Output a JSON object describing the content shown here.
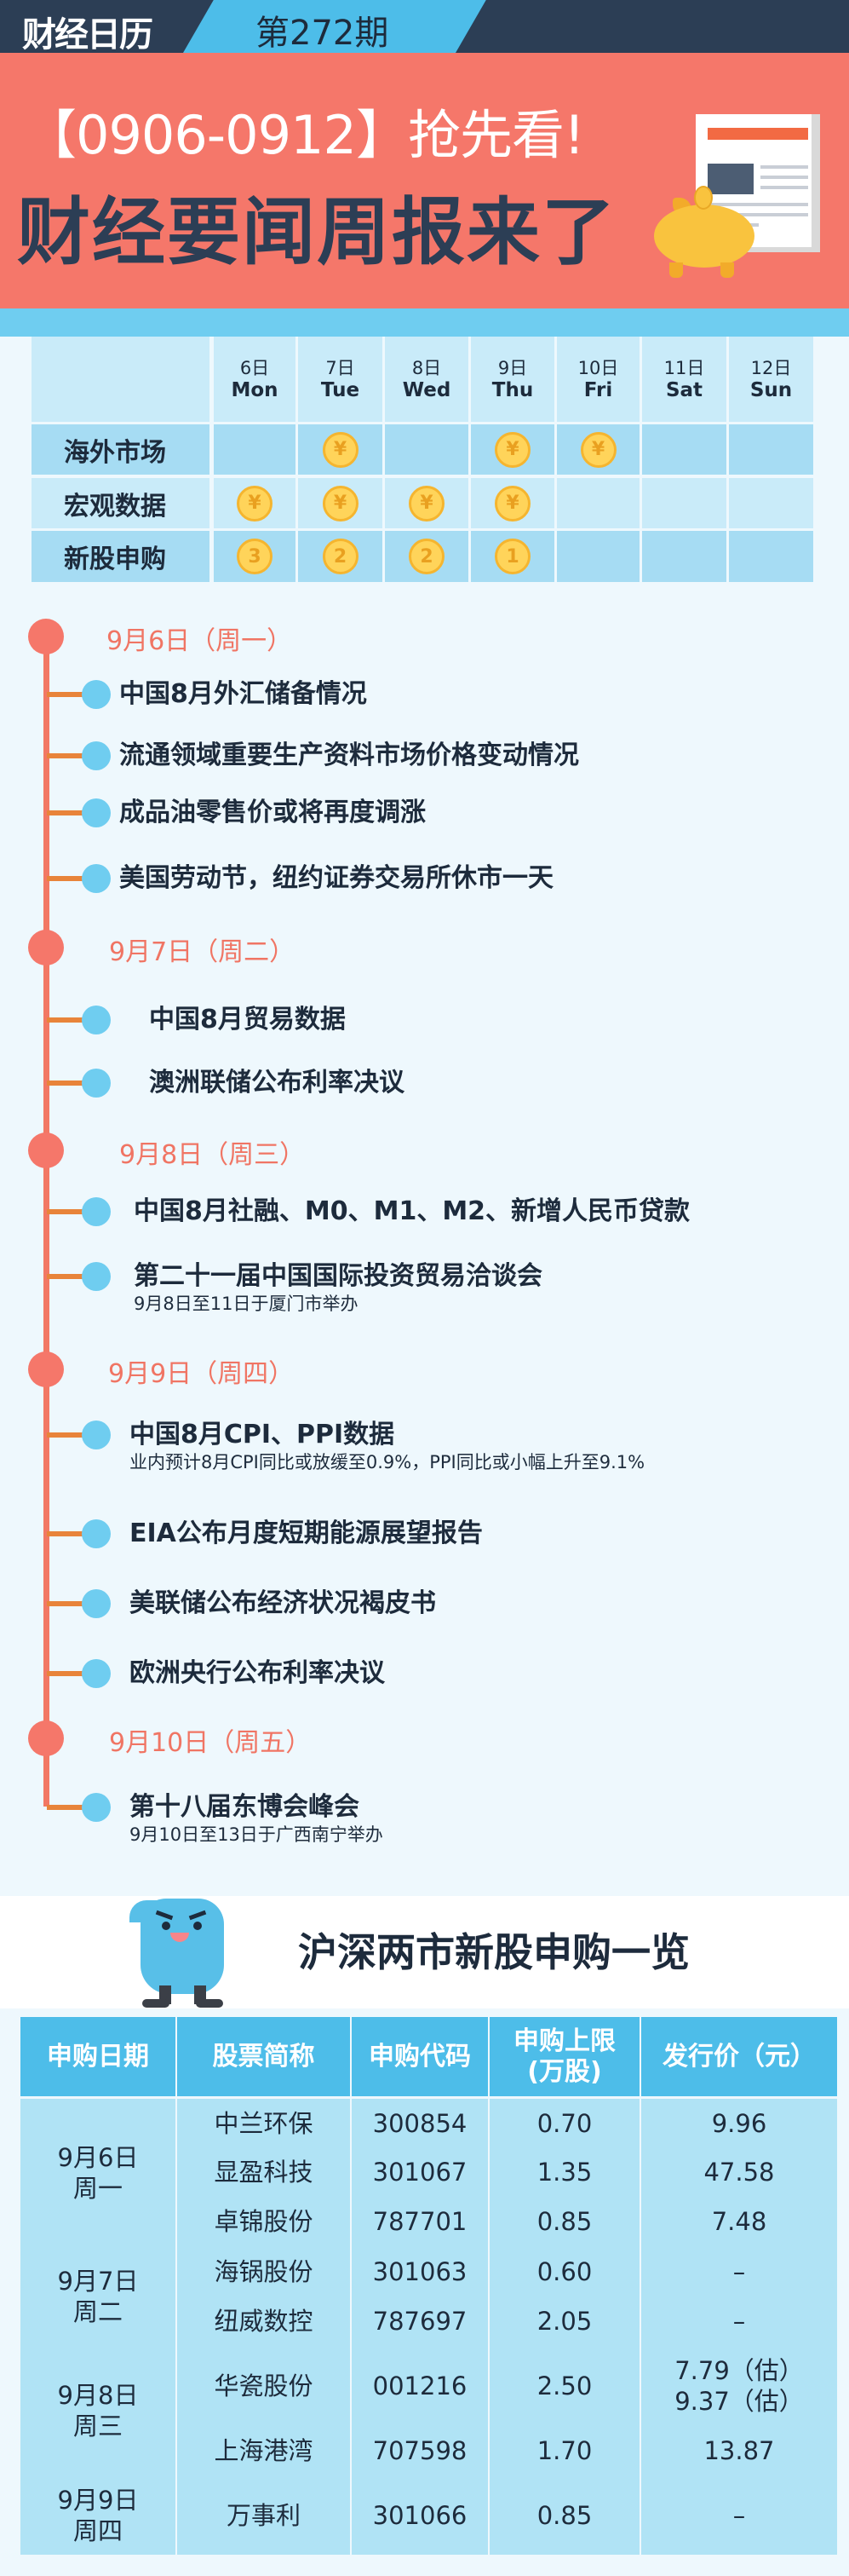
{
  "header": {
    "logo": "财经日历",
    "issue": "第272期"
  },
  "banner": {
    "title_line1": "【0906-0912】抢先看!",
    "title_line2": "财经要闻周报来了"
  },
  "calendar": {
    "days": [
      {
        "date": "6日",
        "weekday": "Mon"
      },
      {
        "date": "7日",
        "weekday": "Tue"
      },
      {
        "date": "8日",
        "weekday": "Wed"
      },
      {
        "date": "9日",
        "weekday": "Thu"
      },
      {
        "date": "10日",
        "weekday": "Fri"
      },
      {
        "date": "11日",
        "weekday": "Sat"
      },
      {
        "date": "12日",
        "weekday": "Sun"
      }
    ],
    "rows": [
      {
        "label": "海外市场",
        "marks": [
          "",
          "¥",
          "",
          "¥",
          "¥",
          "",
          ""
        ]
      },
      {
        "label": "宏观数据",
        "marks": [
          "¥",
          "¥",
          "¥",
          "¥",
          "",
          "",
          ""
        ]
      },
      {
        "label": "新股申购",
        "marks": [
          "3",
          "2",
          "2",
          "1",
          "",
          "",
          ""
        ]
      }
    ],
    "colors": {
      "coin": "#ffd45a",
      "coin_border": "#f5b52f"
    }
  },
  "timeline": [
    {
      "date": "9月6日（周一）",
      "items": [
        {
          "title": "中国8月外汇储备情况"
        },
        {
          "title": "流通领域重要生产资料市场价格变动情况"
        },
        {
          "title": "成品油零售价或将再度调涨"
        },
        {
          "title": "美国劳动节，纽约证券交易所休市一天"
        }
      ]
    },
    {
      "date": "9月7日（周二）",
      "items": [
        {
          "title": "中国8月贸易数据"
        },
        {
          "title": "澳洲联储公布利率决议"
        }
      ]
    },
    {
      "date": "9月8日（周三）",
      "items": [
        {
          "title": "中国8月社融、M0、M1、M2、新增人民币贷款"
        },
        {
          "title": "第二十一届中国国际投资贸易洽谈会",
          "note": "9月8日至11日于厦门市举办"
        }
      ]
    },
    {
      "date": "9月9日（周四）",
      "items": [
        {
          "title": "中国8月CPI、PPI数据",
          "note": "业内预计8月CPI同比或放缓至0.9%，PPI同比或小幅上升至9.1%"
        },
        {
          "title": "EIA公布月度短期能源展望报告"
        },
        {
          "title": "美联储公布经济状况褐皮书"
        },
        {
          "title": "欧洲央行公布利率决议"
        }
      ]
    },
    {
      "date": "9月10日（周五）",
      "items": [
        {
          "title": "第十八届东博会峰会",
          "note": "9月10日至13日于广西南宁举办"
        }
      ]
    }
  ],
  "ipo": {
    "title": "沪深两市新股申购一览",
    "headers": [
      "申购日期",
      "股票简称",
      "申购代码",
      "申购上限",
      "(万股)",
      "发行价（元）"
    ],
    "groups": [
      {
        "date": "9月6日",
        "weekday": "周一"
      },
      {
        "date": "9月7日",
        "weekday": "周二"
      },
      {
        "date": "9月8日",
        "weekday": "周三"
      },
      {
        "date": "9月9日",
        "weekday": "周四"
      }
    ],
    "rows": [
      {
        "name": "中兰环保",
        "code": "300854",
        "limit": "0.70",
        "price": "9.96"
      },
      {
        "name": "显盈科技",
        "code": "301067",
        "limit": "1.35",
        "price": "47.58"
      },
      {
        "name": "卓锦股份",
        "code": "787701",
        "limit": "0.85",
        "price": "7.48"
      },
      {
        "name": "海锅股份",
        "code": "301063",
        "limit": "0.60",
        "price": "–"
      },
      {
        "name": "纽威数控",
        "code": "787697",
        "limit": "2.05",
        "price": "–"
      },
      {
        "name": "华瓷股份",
        "code": "001216",
        "limit": "2.50",
        "price": "7.79（估）",
        "price2": "9.37（估）"
      },
      {
        "name": "上海港湾",
        "code": "707598",
        "limit": "1.70",
        "price": "13.87"
      },
      {
        "name": "万事利",
        "code": "301066",
        "limit": "0.85",
        "price": "–"
      }
    ]
  }
}
